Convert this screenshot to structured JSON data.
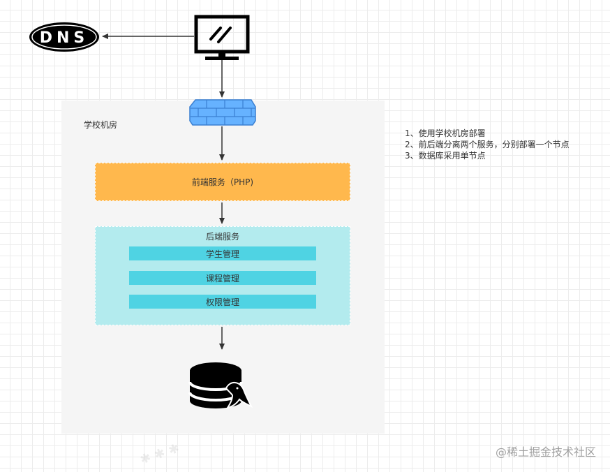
{
  "room": {
    "label": "学校机房"
  },
  "frontend": {
    "label": "前端服务（PHP)"
  },
  "backend": {
    "title": "后端服务",
    "modules": [
      "学生管理",
      "课程管理",
      "权限管理"
    ]
  },
  "notes": [
    "1、使用学校机房部署",
    "2、前后端分离两个服务，分别部署一个节点",
    "3、数据库采用单节点"
  ],
  "dns": {
    "label": "DNS"
  },
  "icons": {
    "client": "monitor-icon",
    "firewall": "firewall-icon",
    "database": "mysql-database-icon",
    "dns": "dns-icon"
  },
  "colors": {
    "frontend": "#ffb84d",
    "backend": "#b3ebee",
    "module": "#4fd3e3",
    "firewall": "#66b2ff",
    "room": "#f5f5f5"
  },
  "watermark": {
    "brand": "@稀土掘金技术社区"
  }
}
